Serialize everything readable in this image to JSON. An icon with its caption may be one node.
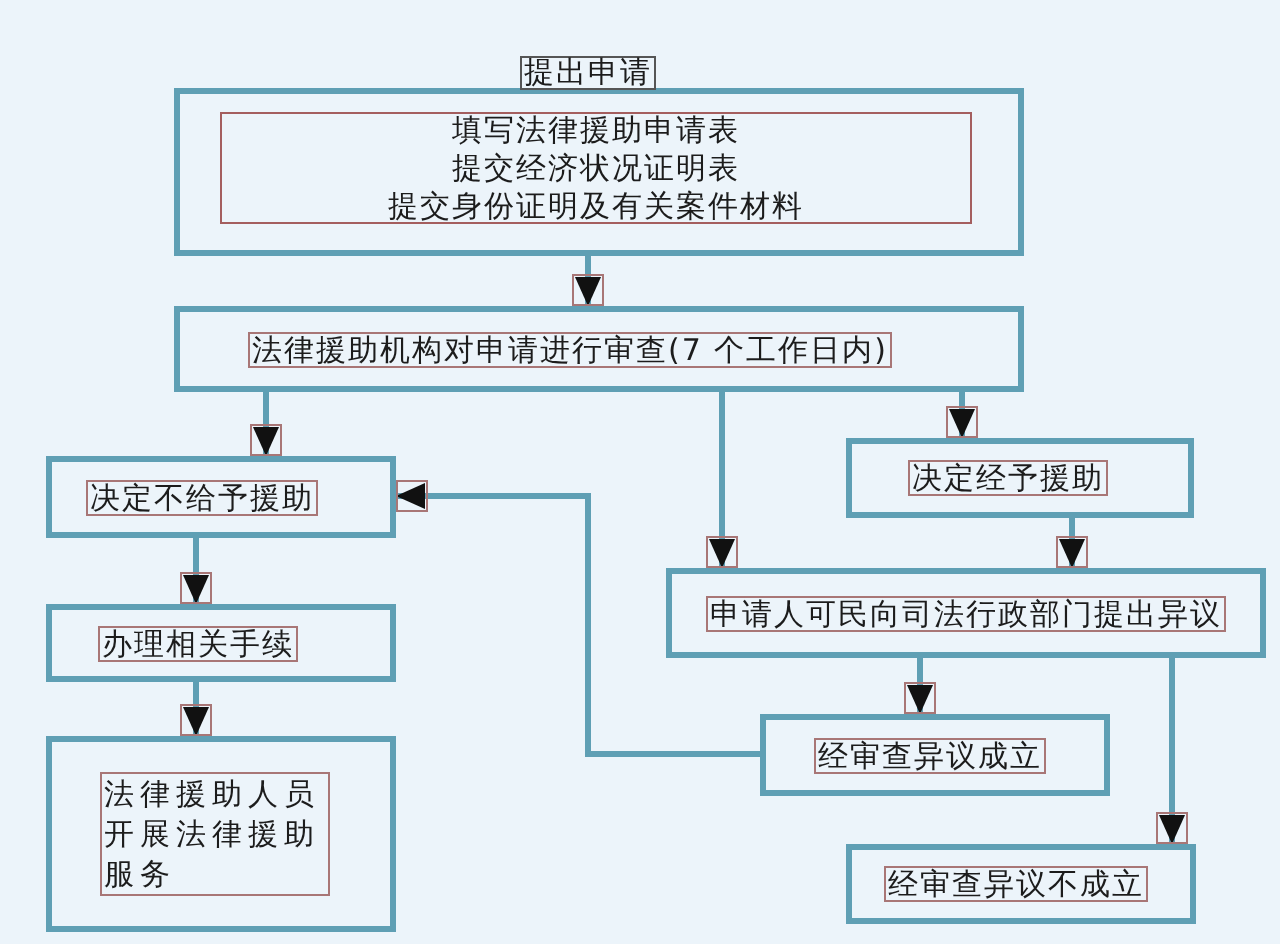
{
  "diagram": {
    "nodes": [
      {
        "text": [
          "提出申请"
        ]
      },
      {
        "text": [
          "填写法律援助申请表",
          "提交经济状况证明表",
          "提交身份证明及有关案件材料"
        ],
        "in": 0
      },
      {
        "text": [
          "法律援助机构对申请进行审查(7 个工作日内)"
        ]
      },
      {
        "text": [
          "决定不给予援助"
        ]
      },
      {
        "text": [
          "办理相关手续"
        ]
      },
      {
        "text": [
          "法律援助人员开展法律援助服务"
        ]
      },
      {
        "text": [
          "决定经予援助"
        ]
      },
      {
        "text": [
          "申请人可民向司法行政部门提出异议"
        ]
      },
      {
        "text": [
          "经审查异议成立"
        ]
      },
      {
        "text": [
          "经审查异议不成立"
        ]
      }
    ],
    "edges": [
      {
        "from": 0,
        "to": 2,
        "arrow": "to"
      },
      {
        "from": 2,
        "to": 3,
        "arrow": "to"
      },
      {
        "from": 2,
        "to": 7,
        "arrow": "to"
      },
      {
        "from": 2,
        "to": 6,
        "arrow": "to"
      },
      {
        "from": 3,
        "to": 4,
        "arrow": "to"
      },
      {
        "from": 4,
        "to": 5,
        "arrow": "to"
      },
      {
        "from": 6,
        "to": 7,
        "arrow": "to"
      },
      {
        "from": 7,
        "to": 8,
        "arrow": "to"
      },
      {
        "from": 7,
        "to": 9,
        "arrow": "to"
      },
      {
        "from": 8,
        "to": 3,
        "arrow": "to"
      }
    ]
  }
}
